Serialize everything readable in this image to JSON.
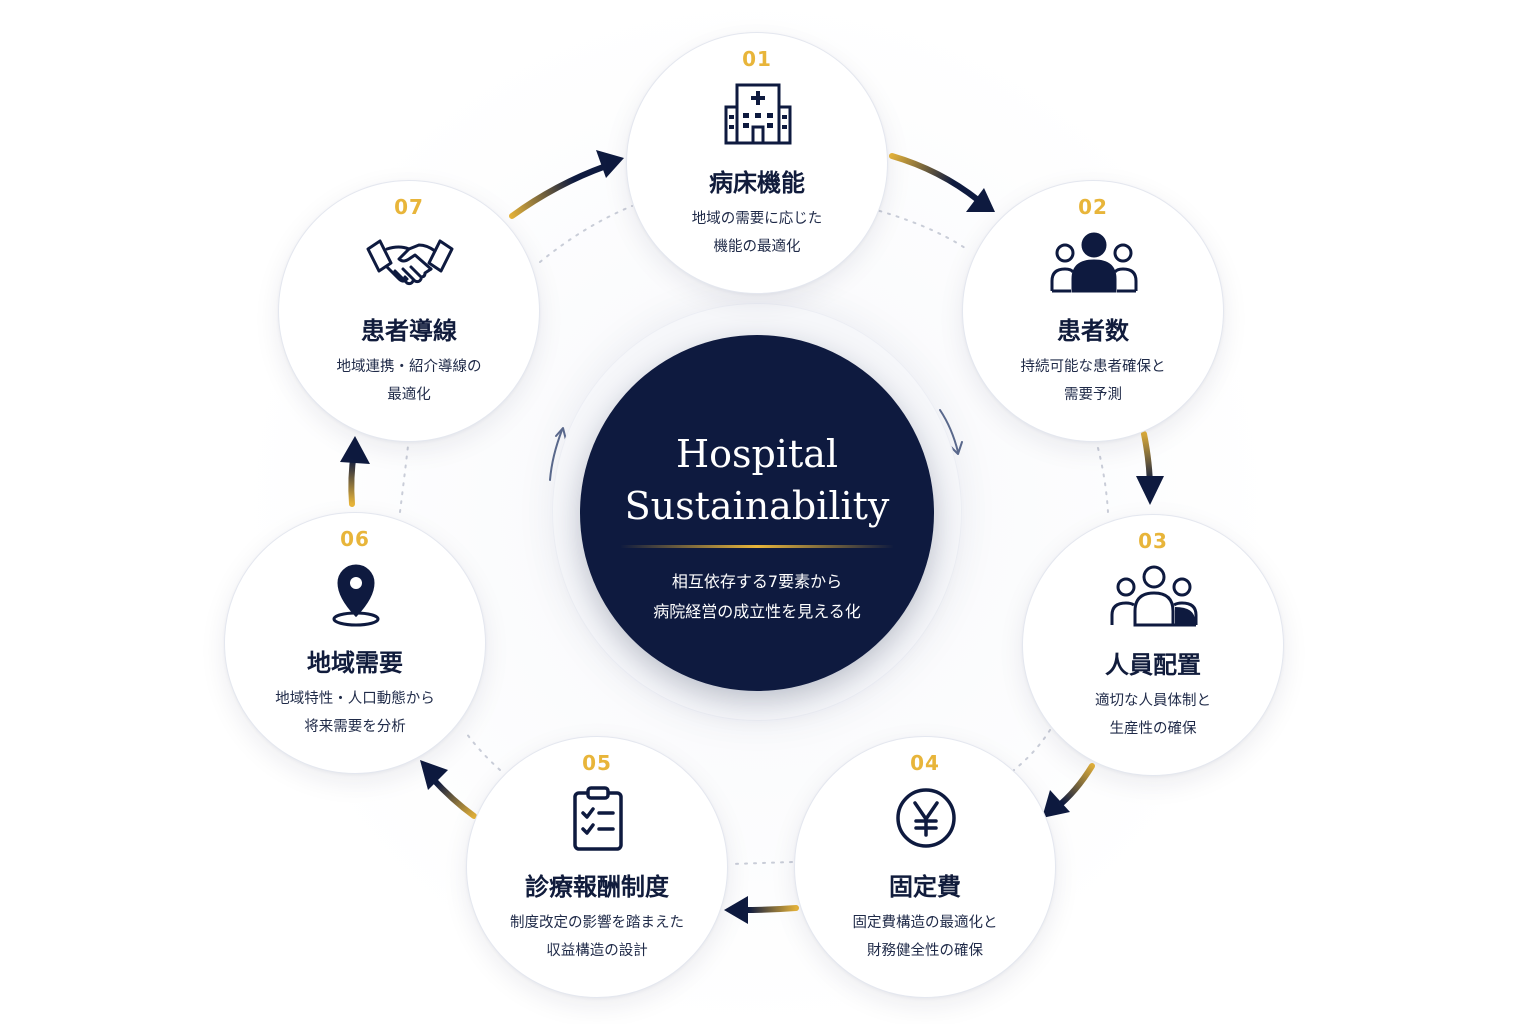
{
  "center": {
    "title_line1": "Hospital",
    "title_line2": "Sustainability",
    "subtitle_line1": "相互依存する7要素から",
    "subtitle_line2": "病院経営の成立性を見える化"
  },
  "colors": {
    "navy": "#0e1a3f",
    "gold": "#e8b53a",
    "light_gray": "#e4e7ef"
  },
  "nodes": [
    {
      "number": "01",
      "title": "病床機能",
      "desc_line1": "地域の需要に応じた",
      "desc_line2": "機能の最適化",
      "icon": "hospital-building-icon"
    },
    {
      "number": "02",
      "title": "患者数",
      "desc_line1": "持続可能な患者確保と",
      "desc_line2": "需要予測",
      "icon": "patients-group-icon"
    },
    {
      "number": "03",
      "title": "人員配置",
      "desc_line1": "適切な人員体制と",
      "desc_line2": "生産性の確保",
      "icon": "staff-group-icon"
    },
    {
      "number": "04",
      "title": "固定費",
      "desc_line1": "固定費構造の最適化と",
      "desc_line2": "財務健全性の確保",
      "icon": "yen-coin-icon"
    },
    {
      "number": "05",
      "title": "診療報酬制度",
      "desc_line1": "制度改定の影響を踏まえた",
      "desc_line2": "収益構造の設計",
      "icon": "clipboard-checklist-icon"
    },
    {
      "number": "06",
      "title": "地域需要",
      "desc_line1": "地域特性・人口動態から",
      "desc_line2": "将来需要を分析",
      "icon": "location-pin-icon"
    },
    {
      "number": "07",
      "title": "患者導線",
      "desc_line1": "地域連携・紹介導線の",
      "desc_line2": "最適化",
      "icon": "handshake-icon"
    }
  ]
}
